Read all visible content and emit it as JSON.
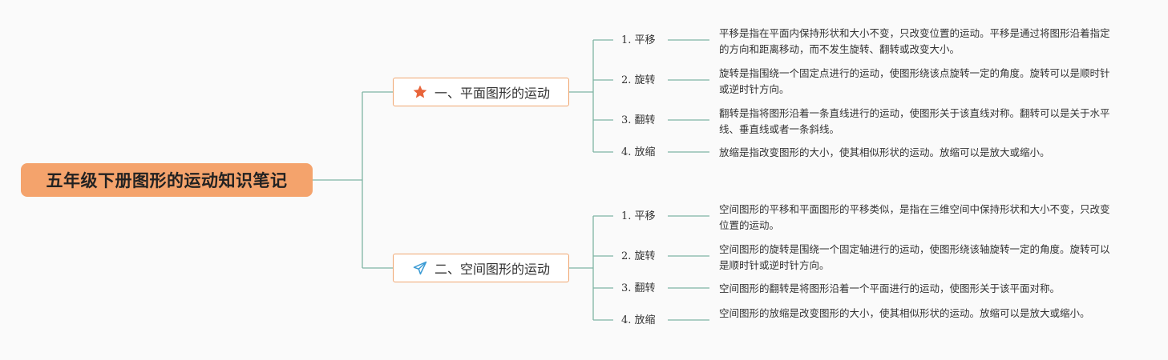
{
  "root": {
    "title": "五年级下册图形的运动知识笔记"
  },
  "branches": [
    {
      "title": "一、平面图形的运动",
      "icon": "star-icon",
      "items": [
        {
          "label": "1. 平移",
          "desc": "平移是指在平面内保持形状和大小不变，只改变位置的运动。平移是通过将图形沿着指定的方向和距离移动，而不发生旋转、翻转或改变大小。"
        },
        {
          "label": "2. 旋转",
          "desc": "旋转是指围绕一个固定点进行的运动，使图形绕该点旋转一定的角度。旋转可以是顺时针或逆时针方向。"
        },
        {
          "label": "3. 翻转",
          "desc": "翻转是指将图形沿着一条直线进行的运动，使图形关于该直线对称。翻转可以是关于水平线、垂直线或者一条斜线。"
        },
        {
          "label": "4. 放缩",
          "desc": "放缩是指改变图形的大小，使其相似形状的运动。放缩可以是放大或缩小。"
        }
      ]
    },
    {
      "title": "二、空间图形的运动",
      "icon": "paper-plane-icon",
      "items": [
        {
          "label": "1. 平移",
          "desc": "空间图形的平移和平面图形的平移类似，是指在三维空间中保持形状和大小不变，只改变位置的运动。"
        },
        {
          "label": "2. 旋转",
          "desc": "空间图形的旋转是围绕一个固定轴进行的运动，使图形绕该轴旋转一定的角度。旋转可以是顺时针或逆时针方向。"
        },
        {
          "label": "3. 翻转",
          "desc": "空间图形的翻转是将图形沿着一个平面进行的运动，使图形关于该平面对称。"
        },
        {
          "label": "4. 放缩",
          "desc": "空间图形的放缩是改变图形的大小，使其相似形状的运动。放缩可以是放大或缩小。"
        }
      ]
    }
  ],
  "colors": {
    "root_fill": "#f4a36c",
    "branch_border": "#f0a670",
    "connector": "#7fb5a3",
    "star": "#e8643a",
    "plane": "#3b9bd4"
  }
}
